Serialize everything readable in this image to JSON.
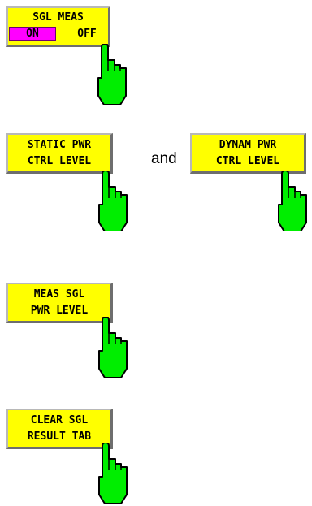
{
  "softkeys": {
    "sgl_meas": {
      "line1": "SGL MEAS",
      "on": "ON",
      "off": "OFF"
    },
    "static_pwr": {
      "line1": "STATIC PWR",
      "line2": "CTRL LEVEL"
    },
    "dynam_pwr": {
      "line1": "DYNAM PWR",
      "line2": "CTRL LEVEL"
    },
    "meas_sgl": {
      "line1": "MEAS SGL",
      "line2": "PWR LEVEL"
    },
    "clear_sgl": {
      "line1": "CLEAR SGL",
      "line2": "RESULT TAB"
    }
  },
  "connector_text": "and",
  "colors": {
    "softkey_bg": "#ffff00",
    "toggle_on_bg": "#ff00ff",
    "hand_fill": "#00ee00"
  },
  "icons": {
    "pointer": "pointing-hand-icon"
  }
}
